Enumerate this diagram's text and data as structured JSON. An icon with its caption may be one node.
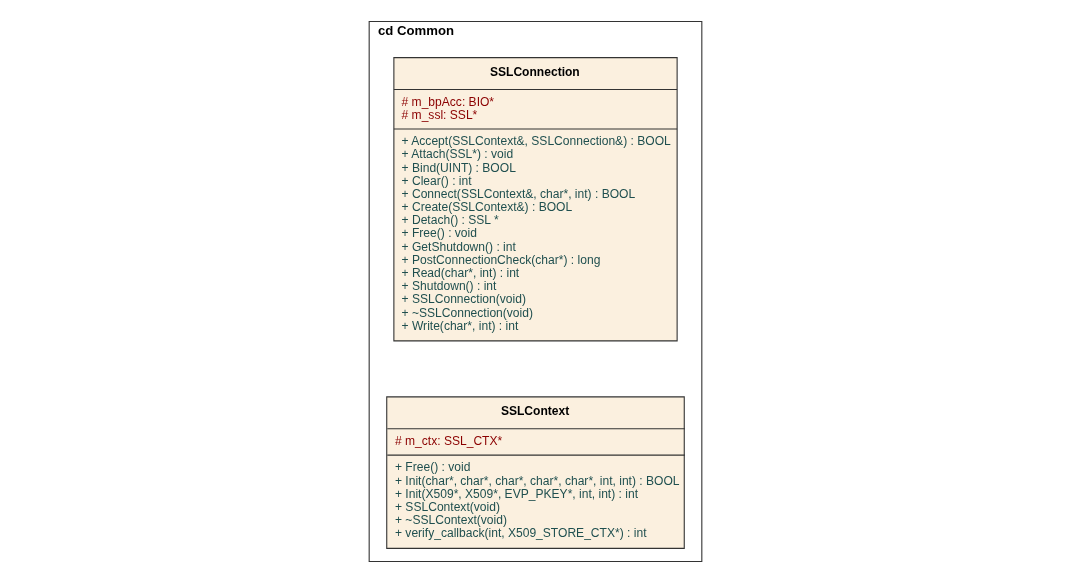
{
  "diagram": {
    "nodes": [
      {
        "text": [
          "cd Common"
        ]
      },
      {
        "text": [
          "SSLConnection",
          "# m_bpAcc: BIO*",
          "# m_ssl: SSL*",
          "+ Accept(SSLContext&, SSLConnection&) : BOOL",
          "+ Attach(SSL*) : void",
          "+ Bind(UINT) : BOOL",
          "+ Clear() : int",
          "+ Connect(SSLContext&, char*, int) : BOOL",
          "+ Create(SSLContext&) : BOOL",
          "+ Detach() : SSL *",
          "+ Free() : void",
          "+ GetShutdown() : int",
          "+ PostConnectionCheck(char*) : long",
          "+ Read(char*, int) : int",
          "+ Shutdown() : int",
          "+ SSLConnection(void)",
          "+ ~SSLConnection(void)",
          "+ Write(char*, int) : int"
        ],
        "in": 0
      },
      {
        "text": [
          "SSLContext",
          "# m_ctx: SSL_CTX*",
          "+ Free() : void",
          "+ Init(char*, char*, char*, char*, char*, int, int) : BOOL",
          "+ Init(X509*, X509*, EVP_PKEY*, int, int) : int",
          "+ SSLContext(void)",
          "+ ~SSLContext(void)",
          "+ verify_callback(int, X509_STORE_CTX*) : int"
        ],
        "in": 0
      }
    ],
    "edges": []
  }
}
